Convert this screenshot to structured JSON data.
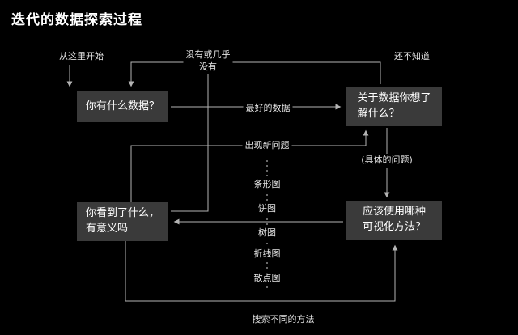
{
  "title": "迭代的数据探索过程",
  "nodes": {
    "have_data": "你有什么数据？",
    "want_know": "关于数据你想了\n解什么？",
    "viz_method": "应该使用哪种\n可视化方法？",
    "what_see": "你看到了什么，\n有意义吗"
  },
  "labels": {
    "start": "从这里开始",
    "none_or_little": "没有或几乎\n没有",
    "dont_know": "还不知道",
    "best_data": "最好的数据",
    "new_questions": "出现新问题",
    "specific_questions": "(具体的问题)",
    "search_methods": "搜索不同的方法"
  },
  "chart_types": [
    "条形图",
    "饼图",
    "树图",
    "折线图",
    "散点图"
  ],
  "colors": {
    "background": "#000000",
    "node_fill": "#3a3a3a",
    "node_text": "#ffffff",
    "edge_line": "#b3b3b3",
    "label_text": "#e3e3e3"
  }
}
